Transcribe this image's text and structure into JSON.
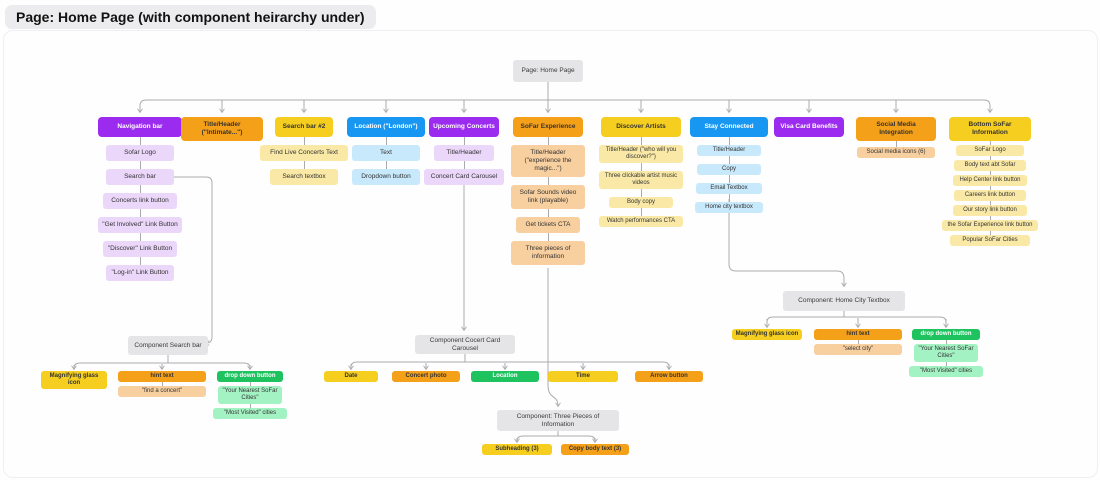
{
  "title_pill": "Page: Home Page (with component heirarchy under)",
  "root_node": "Page: Home Page",
  "palette": {
    "purple": "#9b2bee",
    "purple_light": "#ebd7fa",
    "orange": "#f5a019",
    "orange_light": "#f8cf9f",
    "yellow": "#f5ce1f",
    "yellow_light": "#fae9a6",
    "blue": "#1897f2",
    "blue_light": "#c8e9fb",
    "green": "#1ec360",
    "green_light": "#a3f2c3",
    "gray": "#e5e5e7",
    "connector": "#ababaf"
  },
  "columns": [
    {
      "name": "navigation-bar",
      "header": "Navigation bar",
      "color": "purple",
      "children": [
        "Sofar Logo",
        "Search bar",
        "Concerts link button",
        "\"Get Involved\" Link Button",
        "\"Discover\" Link Button",
        "\"Log-in\" Link Button"
      ]
    },
    {
      "name": "title-header-intimate",
      "header": "Title/Header (\"Intimate...\")",
      "color": "orange",
      "children": []
    },
    {
      "name": "search-bar-2",
      "header": "Search bar #2",
      "color": "yellow",
      "children": [
        "Find Live Concerts Text",
        "Search textbox"
      ]
    },
    {
      "name": "location-london",
      "header": "Location (\"London\")",
      "color": "blue",
      "children": [
        "Text",
        "Dropdown button"
      ]
    },
    {
      "name": "upcoming-concerts",
      "header": "Upcoming Concerts",
      "color": "purple",
      "children": [
        "Title/Header",
        "Concert Card Carousel"
      ]
    },
    {
      "name": "sofar-experience",
      "header": "SoFar Experience",
      "color": "orange",
      "children": [
        "Title/Header (\"experience the magic...\")",
        "Sofar Sounds video link (playable)",
        "Get tickets CTA",
        "Three pieces of information"
      ]
    },
    {
      "name": "discover-artists",
      "header": "Discover Artists",
      "color": "yellow",
      "children": [
        "Title/Header (\"who will you discover?\")",
        "Three clickable artist music videos",
        "Body copy",
        "Watch performances CTA"
      ]
    },
    {
      "name": "stay-connected",
      "header": "Stay Connected",
      "color": "blue",
      "children": [
        "Title/Header",
        "Copy",
        "Email Textbox",
        "Home city textbox"
      ]
    },
    {
      "name": "visa-card-benefits",
      "header": "Visa Card Benefits",
      "color": "purple",
      "children": []
    },
    {
      "name": "social-media-integration",
      "header": "Social Media Integration",
      "color": "orange",
      "children": [
        "Social media icons (6)"
      ]
    },
    {
      "name": "bottom-sofar-information",
      "header": "Bottom SoFar Information",
      "color": "yellow",
      "children": [
        "SoFar Logo",
        "Body text abt Sofar",
        "Help Center link button",
        "Careers link button",
        "Our story link button",
        "the Sofar Experience link button",
        "Popular SoFar Cities"
      ]
    }
  ],
  "components": [
    {
      "name": "search-bar",
      "title": "Component Search bar",
      "children": [
        {
          "label": "Magnifying glass icon",
          "color": "yellow"
        },
        {
          "label": "hint text",
          "color": "orange",
          "sub": [
            {
              "label": "\"find a concert\"",
              "color": "orange_light"
            }
          ]
        },
        {
          "label": "drop down button",
          "color": "green",
          "sub": [
            {
              "label": "\"Your Nearest SoFar Cities\"",
              "color": "green_light"
            },
            {
              "label": "\"Most Visited\" cities",
              "color": "green_light"
            }
          ]
        }
      ]
    },
    {
      "name": "concert-card-carousel",
      "title": "Component Cocert Card Carousel",
      "children": [
        {
          "label": "Date",
          "color": "yellow"
        },
        {
          "label": "Concert photo",
          "color": "orange"
        },
        {
          "label": "Location",
          "color": "green"
        },
        {
          "label": "Time",
          "color": "yellow"
        },
        {
          "label": "Arrow button",
          "color": "orange"
        }
      ]
    },
    {
      "name": "three-pieces-of-information",
      "title": "Component: Three Pieces of Information",
      "children": [
        {
          "label": "Subheading (3)",
          "color": "yellow"
        },
        {
          "label": "Copy body text (3)",
          "color": "orange"
        }
      ]
    },
    {
      "name": "home-city-textbox",
      "title": "Component: Home City Textbox",
      "children": [
        {
          "label": "Magnifying glass icon",
          "color": "yellow"
        },
        {
          "label": "hint text",
          "color": "orange",
          "sub": [
            {
              "label": "\"select city\"",
              "color": "orange_light"
            }
          ]
        },
        {
          "label": "drop down button",
          "color": "green",
          "sub": [
            {
              "label": "\"Your Nearest SoFar Cities\"",
              "color": "green_light"
            },
            {
              "label": "\"Most Visited\" cities",
              "color": "green_light"
            }
          ]
        }
      ]
    }
  ]
}
